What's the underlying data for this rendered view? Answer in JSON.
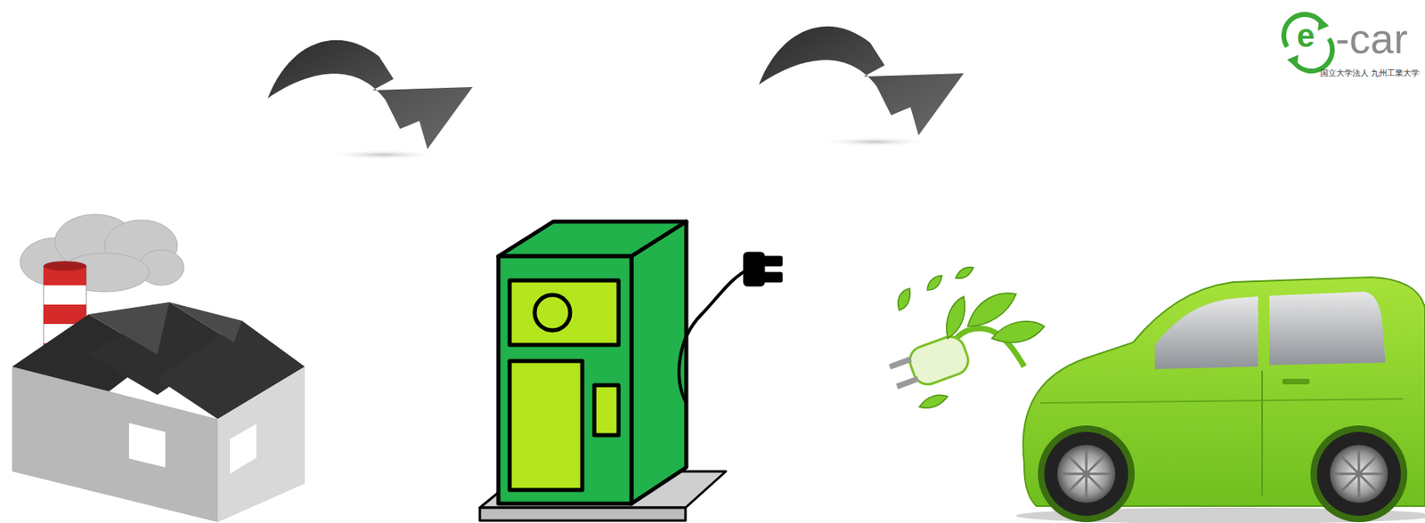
{
  "diagram": {
    "labels": [
      "e",
      "-car",
      "国立大学法人 九州工業大学"
    ]
  }
}
